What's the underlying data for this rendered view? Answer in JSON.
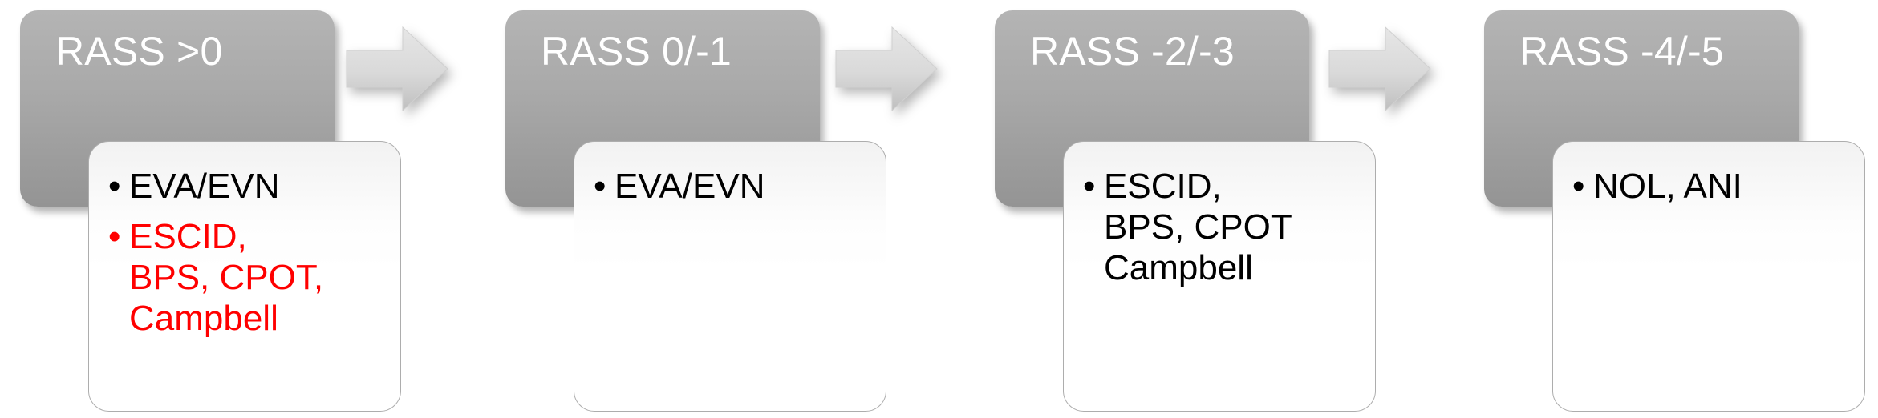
{
  "diagram": {
    "title": "RASS sedation level pain-assessment tool flow",
    "colors": {
      "header_fill_top": "#b4b4b4",
      "header_fill_bottom": "#949494",
      "header_text": "#ffffff",
      "card_fill": "#ffffff",
      "card_border": "#adadad",
      "text_black": "#000000",
      "text_red": "#ff0000",
      "arrow_fill_light": "#e2e2e2",
      "arrow_fill_dark": "#c2c2c2",
      "page_background": "#ffffff"
    },
    "arrow_icon_name": "right-arrow-icon",
    "arrow_count": 3,
    "stages": [
      {
        "id": "stage-1",
        "header": "RASS >0",
        "items": [
          {
            "text": "EVA/EVN",
            "tone": "black"
          },
          {
            "text": "ESCID,\nBPS, CPOT,\nCampbell",
            "tone": "red"
          }
        ]
      },
      {
        "id": "stage-2",
        "header": "RASS 0/-1",
        "items": [
          {
            "text": "EVA/EVN",
            "tone": "black"
          }
        ]
      },
      {
        "id": "stage-3",
        "header": "RASS -2/-3",
        "items": [
          {
            "text": "ESCID,\nBPS, CPOT\nCampbell",
            "tone": "black"
          }
        ]
      },
      {
        "id": "stage-4",
        "header": "RASS -4/-5",
        "items": [
          {
            "text": "NOL, ANI",
            "tone": "black"
          }
        ]
      }
    ]
  }
}
